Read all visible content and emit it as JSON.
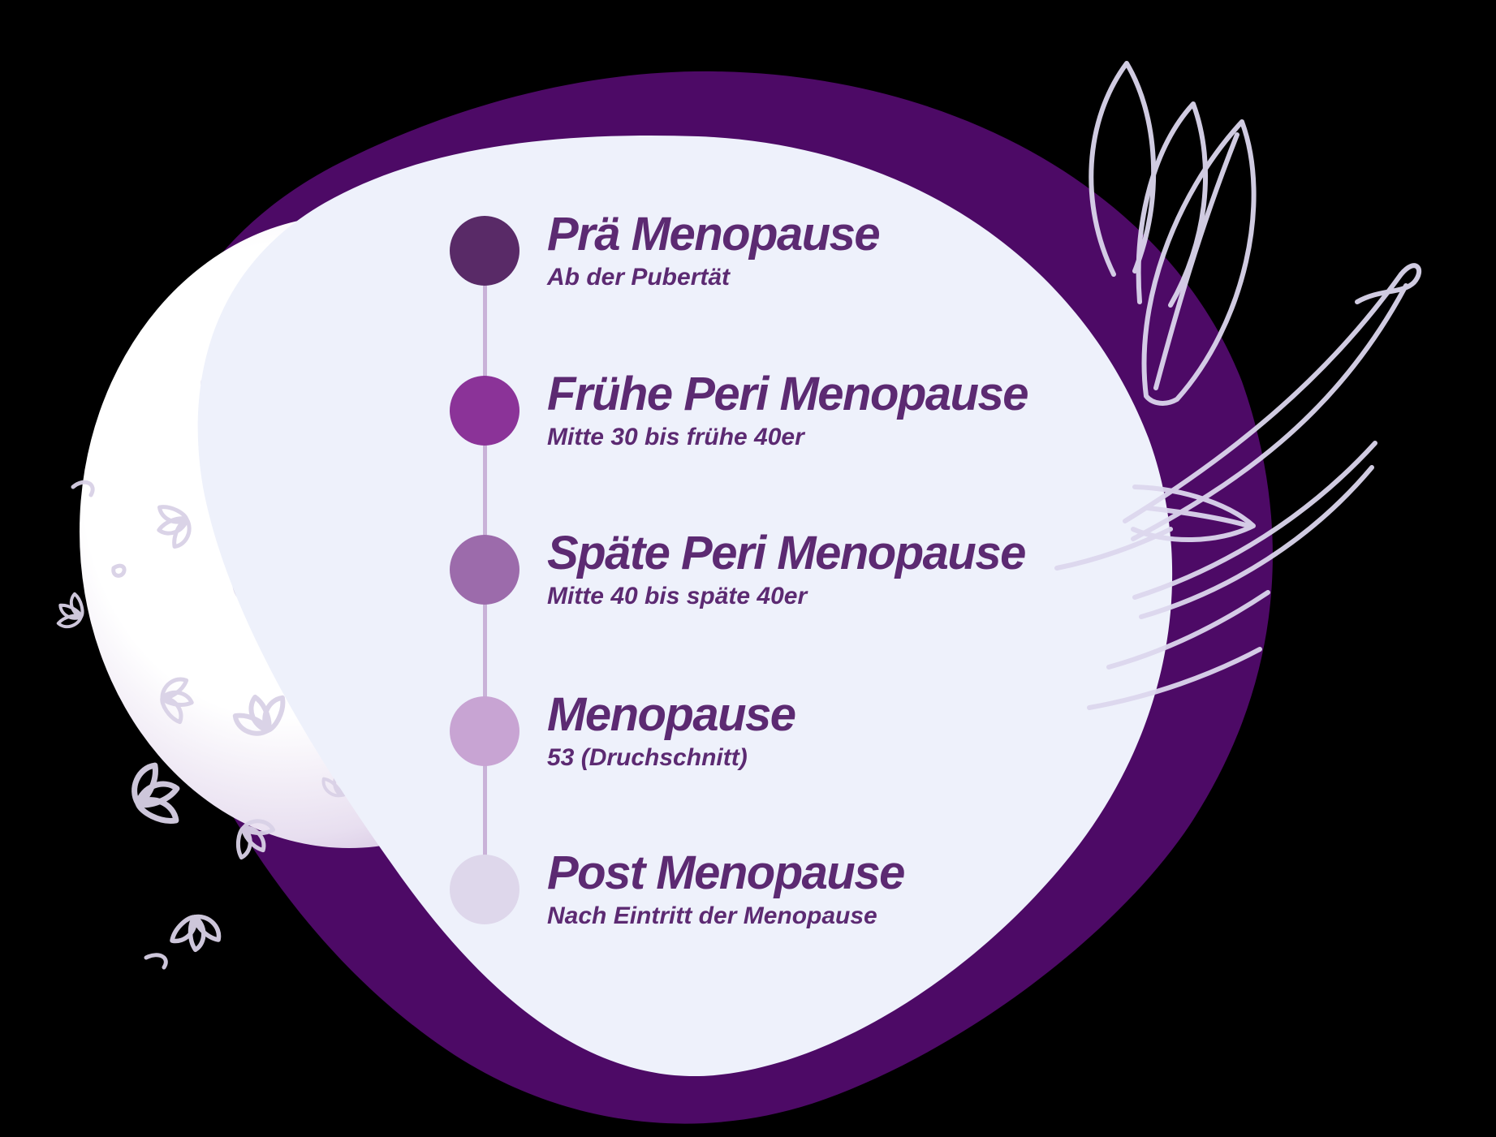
{
  "stages": [
    {
      "title": "Prä Menopause",
      "subtitle": "Ab der Pubertät",
      "dot_color": "#592a67"
    },
    {
      "title": "Frühe Peri Menopause",
      "subtitle": "Mitte 30 bis frühe 40er",
      "dot_color": "#8b3398"
    },
    {
      "title": "Späte Peri Menopause",
      "subtitle": "Mitte 40 bis späte 40er",
      "dot_color": "#9c6bab"
    },
    {
      "title": "Menopause",
      "subtitle": "53 (Druchschnitt)",
      "dot_color": "#c8a4d3"
    },
    {
      "title": "Post Menopause",
      "subtitle": "Nach Eintritt der Menopause",
      "dot_color": "#ded7eb"
    }
  ],
  "colors": {
    "background": "#000000",
    "outer_blob": "#4d0a66",
    "inner_blob": "#eef1fb",
    "text": "#5c2a72",
    "timeline_line": "#c9b2d8",
    "moon_center": "#ffffff",
    "moon_mid": "#e8dff0",
    "moon_edge": "#c2aad2",
    "sketch_leaves": "#dcd6ee",
    "sketch_flowers": "#d9d1e6"
  },
  "decorations": {
    "top_right_icon": "leaf-branch-sketch",
    "left_icon": "flower-petals-sketch"
  }
}
